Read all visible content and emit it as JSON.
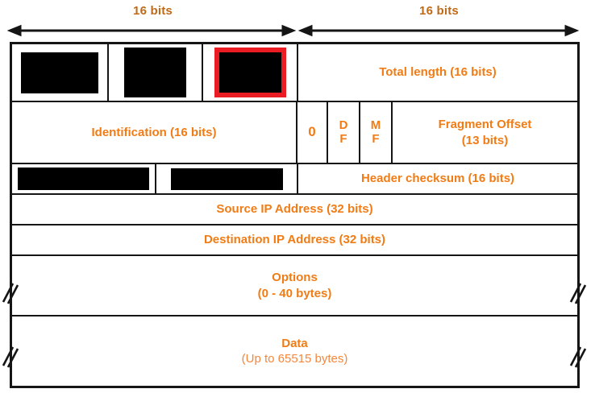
{
  "colors": {
    "line": "#151515",
    "label_orange": "#F17C15",
    "header_orange": "#BF6A18",
    "sub_orange": "#F5873B",
    "highlight_red": "#EC1C24",
    "redacted_black": "#000000"
  },
  "bit_scale": {
    "left_label": "16 bits",
    "right_label": "16 bits"
  },
  "fields": {
    "row1": {
      "total_length": "Total length (16 bits)"
    },
    "row2": {
      "identification": "Identification (16 bits)",
      "reserved_flag": "0",
      "df": {
        "top": "D",
        "bottom": "F"
      },
      "mf": {
        "top": "M",
        "bottom": "F"
      },
      "fragment_offset": {
        "line1": "Fragment Offset",
        "line2": "(13 bits)"
      }
    },
    "row3": {
      "header_checksum": "Header checksum (16 bits)"
    },
    "row4": {
      "source_ip": "Source IP Address (32 bits)"
    },
    "row5": {
      "destination_ip": "Destination IP Address (32 bits)"
    },
    "row6": {
      "options": {
        "line1": "Options",
        "line2": "(0 - 40 bytes)"
      }
    },
    "row7": {
      "data": {
        "line1": "Data",
        "line2": "(Up to 65515 bytes)"
      }
    }
  }
}
